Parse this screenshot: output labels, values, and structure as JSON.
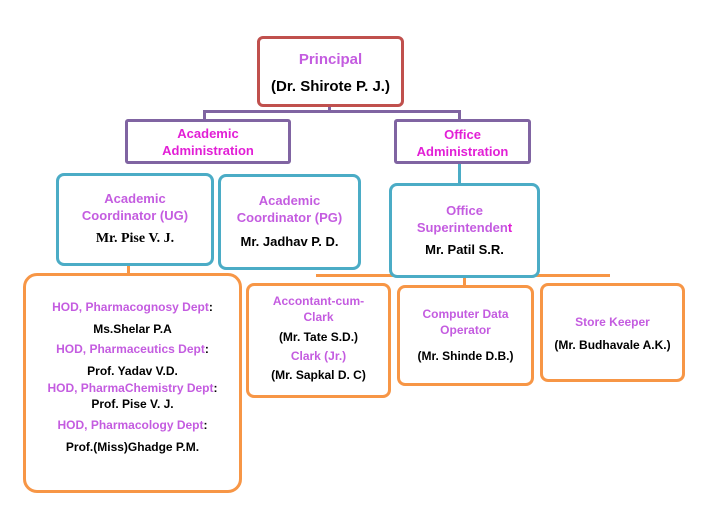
{
  "principal": {
    "title": "Principal",
    "name": "(Dr. Shirote P. J.)"
  },
  "academic_admin": {
    "line1": "Academic",
    "line2": "Administration"
  },
  "office_admin": {
    "line1": "Office",
    "line2": "Administration"
  },
  "coord_ug": {
    "line1": "Academic",
    "line2": "Coordinator (UG)",
    "name": "Mr. Pise V. J."
  },
  "coord_pg": {
    "line1": "Academic",
    "line2": "Coordinator (PG)",
    "name": "Mr. Jadhav P. D."
  },
  "office_sup": {
    "line1": "Office",
    "line2_main": "Superintenden",
    "line2_end": "t",
    "name": "Mr. Patil S.R."
  },
  "hods": [
    {
      "dept": "HOD, Pharmacognosy Dept",
      "name": "Ms.Shelar P.A"
    },
    {
      "dept": "HOD, Pharmaceutics Dept",
      "name": "Prof. Yadav V.D."
    },
    {
      "dept": "HOD, PharmaChemistry Dept",
      "name": "Prof. Pise V. J."
    },
    {
      "dept": "HOD, Pharmacology Dept",
      "name": "Prof.(Miss)Ghadge P.M."
    }
  ],
  "hod_colon": ":",
  "clerk": {
    "title1": "Accontant-cum-",
    "title2": "Clark",
    "name1": "(Mr. Tate  S.D.)",
    "title3": "Clark (Jr.)",
    "name2": "(Mr. Sapkal  D. C)"
  },
  "operator": {
    "line1": "Computer Data",
    "line2": "Operator",
    "name": "(Mr. Shinde D.B.)"
  },
  "store": {
    "title": "Store Keeper",
    "name": "(Mr. Budhavale A.K.)"
  },
  "colors": {
    "principal_border": "#c0504d",
    "purple_border": "#8064a2",
    "teal_border": "#4bacc6",
    "orange_border": "#f79646",
    "purple_text": "#c45ce0",
    "magenta_text": "#e21fd6"
  }
}
